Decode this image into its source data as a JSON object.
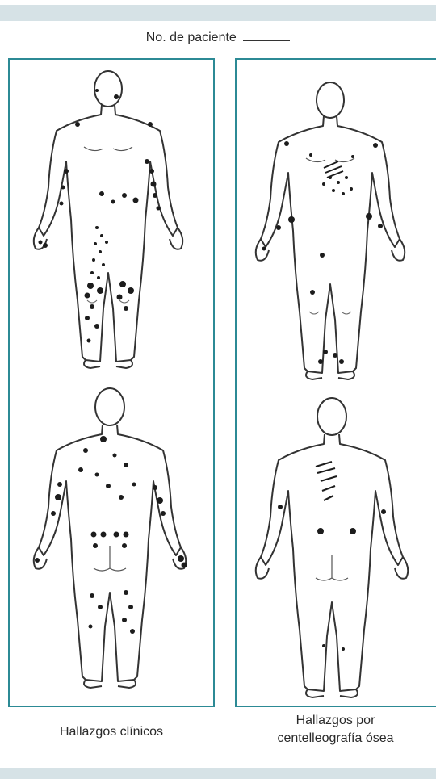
{
  "header": {
    "patient_label": "No. de paciente"
  },
  "captions": {
    "left": "Hallazgos clínicos",
    "right_line1": "Hallazgos por",
    "right_line2": "centelleografía ósea"
  },
  "colors": {
    "frame": "#2c8a95",
    "band": "#d6e2e6",
    "outline": "#333333",
    "marks": "#1c1c1c"
  }
}
